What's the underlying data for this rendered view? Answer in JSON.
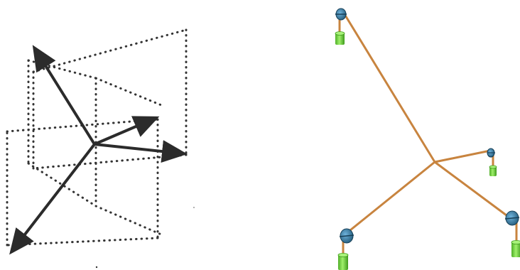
{
  "figure": {
    "left_panel": {
      "kind": "vector-diagram",
      "vectors": [
        "upper-left",
        "upper-right",
        "right",
        "lower-left"
      ],
      "frame_style": "dotted"
    },
    "right_panel": {
      "kind": "string-and-pulley-model",
      "pulleys": 4,
      "weights": 4
    }
  },
  "colors": {
    "arrow": "#2b2b2b",
    "dots": "#333333",
    "string": "#c8843f",
    "pulley": "#3b86b3",
    "pulley_dark": "#1f5675",
    "weight": "#6fd23a",
    "weight_dark": "#3e9a1c"
  }
}
